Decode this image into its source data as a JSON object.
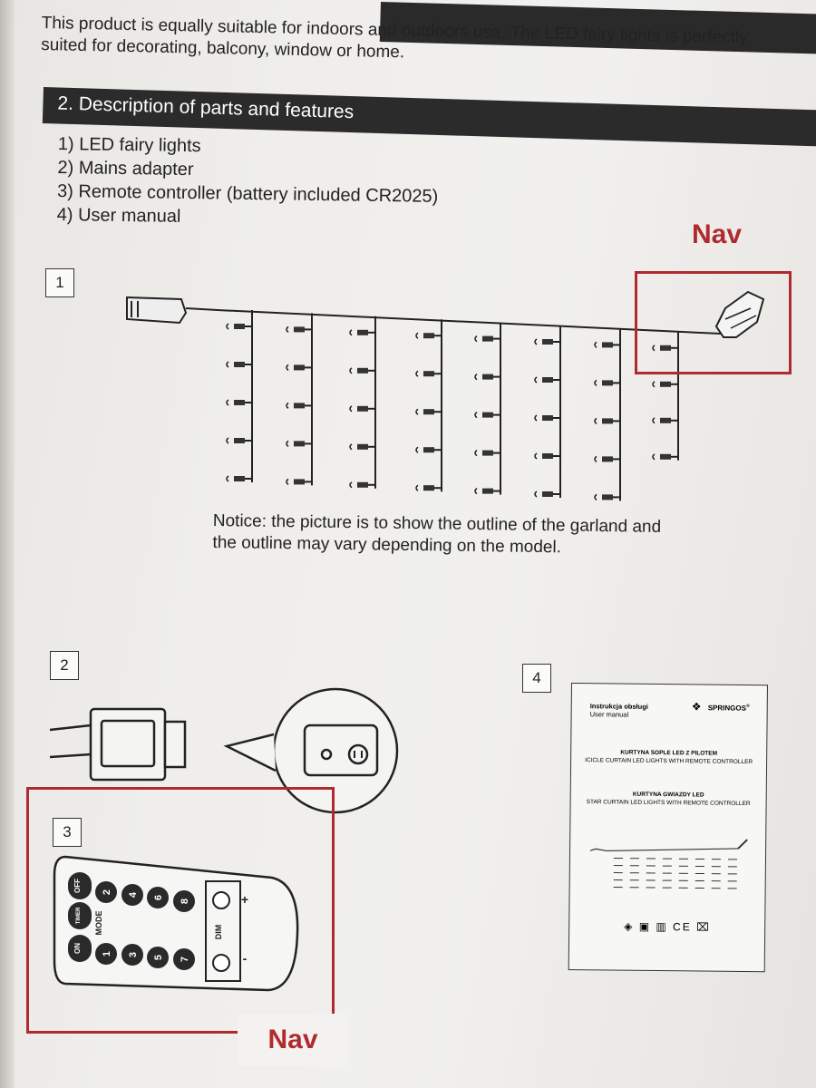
{
  "intro": {
    "line1": "This product is equally suitable for indoors and outdoors use. The LED fairy lights is perfectly",
    "line2": "suited for decorating, balcony, window or home."
  },
  "section": {
    "title": "2. Description of parts and features"
  },
  "parts": [
    "1) LED fairy lights",
    "2) Mains adapter",
    "3) Remote controller (battery included CR2025)",
    "4) User manual"
  ],
  "figures": {
    "one": "1",
    "two": "2",
    "three": "3",
    "four": "4"
  },
  "notice": {
    "line1": "Notice: the picture is to show the outline of the garland and",
    "line2": "the outline may vary depending on the model."
  },
  "annotations": {
    "nav_top": "Nav",
    "nav_bottom": "Nav"
  },
  "annotation_color": "#b02a30",
  "remote": {
    "buttons": {
      "on": "ON",
      "timer": "TIMER",
      "off": "OFF",
      "mode": "MODE",
      "dim": "DIM",
      "plus": "+",
      "minus": "-"
    },
    "numbers": [
      "1",
      "2",
      "3",
      "4",
      "5",
      "6",
      "7",
      "8"
    ]
  },
  "manual": {
    "title": "Instrukcja obsługi",
    "subtitle": "User manual",
    "brand": "SPRINGOS",
    "trademark": "®",
    "product1_pl": "KURTYNA SOPLE LED Z PILOTEM",
    "product1_en": "ICICLE CURTAIN LED LIGHTS WITH REMOTE CONTROLLER",
    "product2_pl": "KURTYNA GWIAZDY LED",
    "product2_en": "STAR CURTAIN LED LIGHTS WITH REMOTE CONTROLLER",
    "icons": "◈ ▣ ▥ CE ⌧"
  }
}
